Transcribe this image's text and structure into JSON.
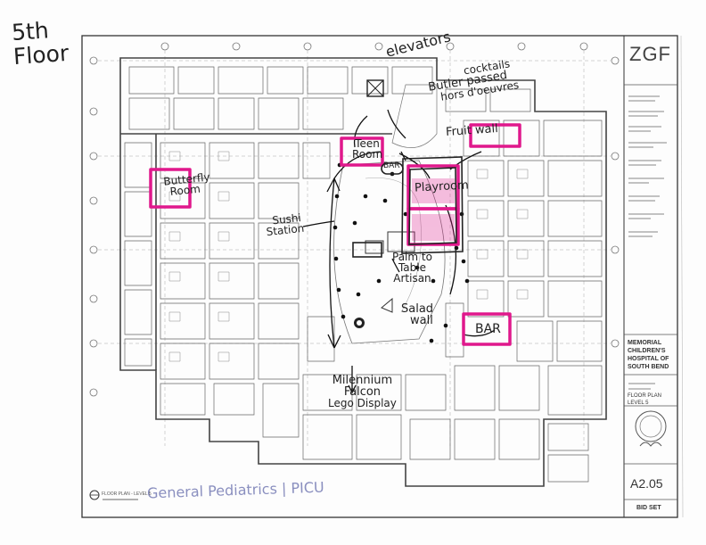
{
  "header": {
    "floor_label_line1": "5th",
    "floor_label_line2": "Floor"
  },
  "annotations": {
    "elevators": "elevators",
    "cocktails_line1": "cocktails",
    "cocktails_line2": "Butler passed",
    "cocktails_line3": "hors d'oeuvres",
    "teen_room_line1": "Teen",
    "teen_room_line2": "Room",
    "fruit_wall": "Fruit wall",
    "butterfly_room_line1": "Butterfly",
    "butterfly_room_line2": "Room",
    "bar_top": "BAR",
    "playroom": "Playroom",
    "sushi_station_line1": "Sushi",
    "sushi_station_line2": "Station",
    "palm_line1": "Palm to",
    "palm_line2": "Table",
    "palm_line3": "Artisan",
    "salad_wall_line1": "Salad",
    "salad_wall_line2": "wall",
    "bar_bottom": "BAR",
    "millennium_line1": "Milennium",
    "millennium_line2": "Falcon",
    "millennium_line3": "Lego Display",
    "bottom_note": "General Pediatrics | PICU"
  },
  "title_block": {
    "logo": "ZGF",
    "project_line1": "MEMORIAL",
    "project_line2": "CHILDREN'S",
    "project_line3": "HOSPITAL OF",
    "project_line4": "SOUTH BEND",
    "sheet_title_line1": "FLOOR PLAN",
    "sheet_title_line2": "LEVEL 5",
    "sheet_number": "A2.05",
    "issue": "BID SET",
    "drawing_caption": "FLOOR PLAN - LEVEL 5"
  },
  "colors": {
    "highlight": "#e0188c",
    "ink": "#222222",
    "plan_lines": "#555555"
  }
}
